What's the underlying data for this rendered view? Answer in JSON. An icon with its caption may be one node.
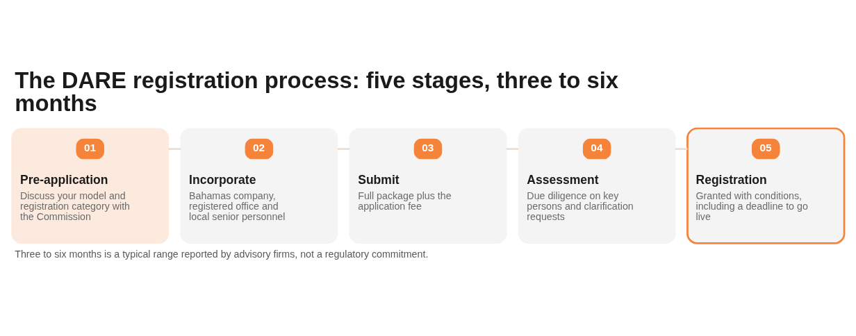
{
  "diagram": {
    "title": "The DARE registration process: five stages, three to six months",
    "caption": "Three to six months is a typical range reported by advisory firms, not a regulatory commitment.",
    "nodes": [
      {
        "text": [
          "Pre-application",
          "Discuss your model and registration category with the Commission"
        ]
      },
      {
        "text": [
          "01"
        ],
        "in": 0
      },
      {
        "text": [
          "Incorporate",
          "Bahamas company, registered office and local senior personnel"
        ]
      },
      {
        "text": [
          "02"
        ],
        "in": 2
      },
      {
        "text": [
          "Submit",
          "Full package plus the application fee"
        ]
      },
      {
        "text": [
          "03"
        ],
        "in": 4
      },
      {
        "text": [
          "Assessment",
          "Due diligence on key persons and clarification requests"
        ]
      },
      {
        "text": [
          "04"
        ],
        "in": 6
      },
      {
        "text": [
          "Registration",
          "Granted with conditions, including a deadline to go live"
        ]
      },
      {
        "text": [
          "05"
        ],
        "in": 8
      }
    ],
    "edges": [
      {
        "from": 0,
        "to": 2,
        "arrow": "none"
      },
      {
        "from": 2,
        "to": 4,
        "arrow": "none"
      },
      {
        "from": 4,
        "to": 6,
        "arrow": "none"
      },
      {
        "from": 6,
        "to": 8,
        "arrow": "none"
      }
    ]
  }
}
